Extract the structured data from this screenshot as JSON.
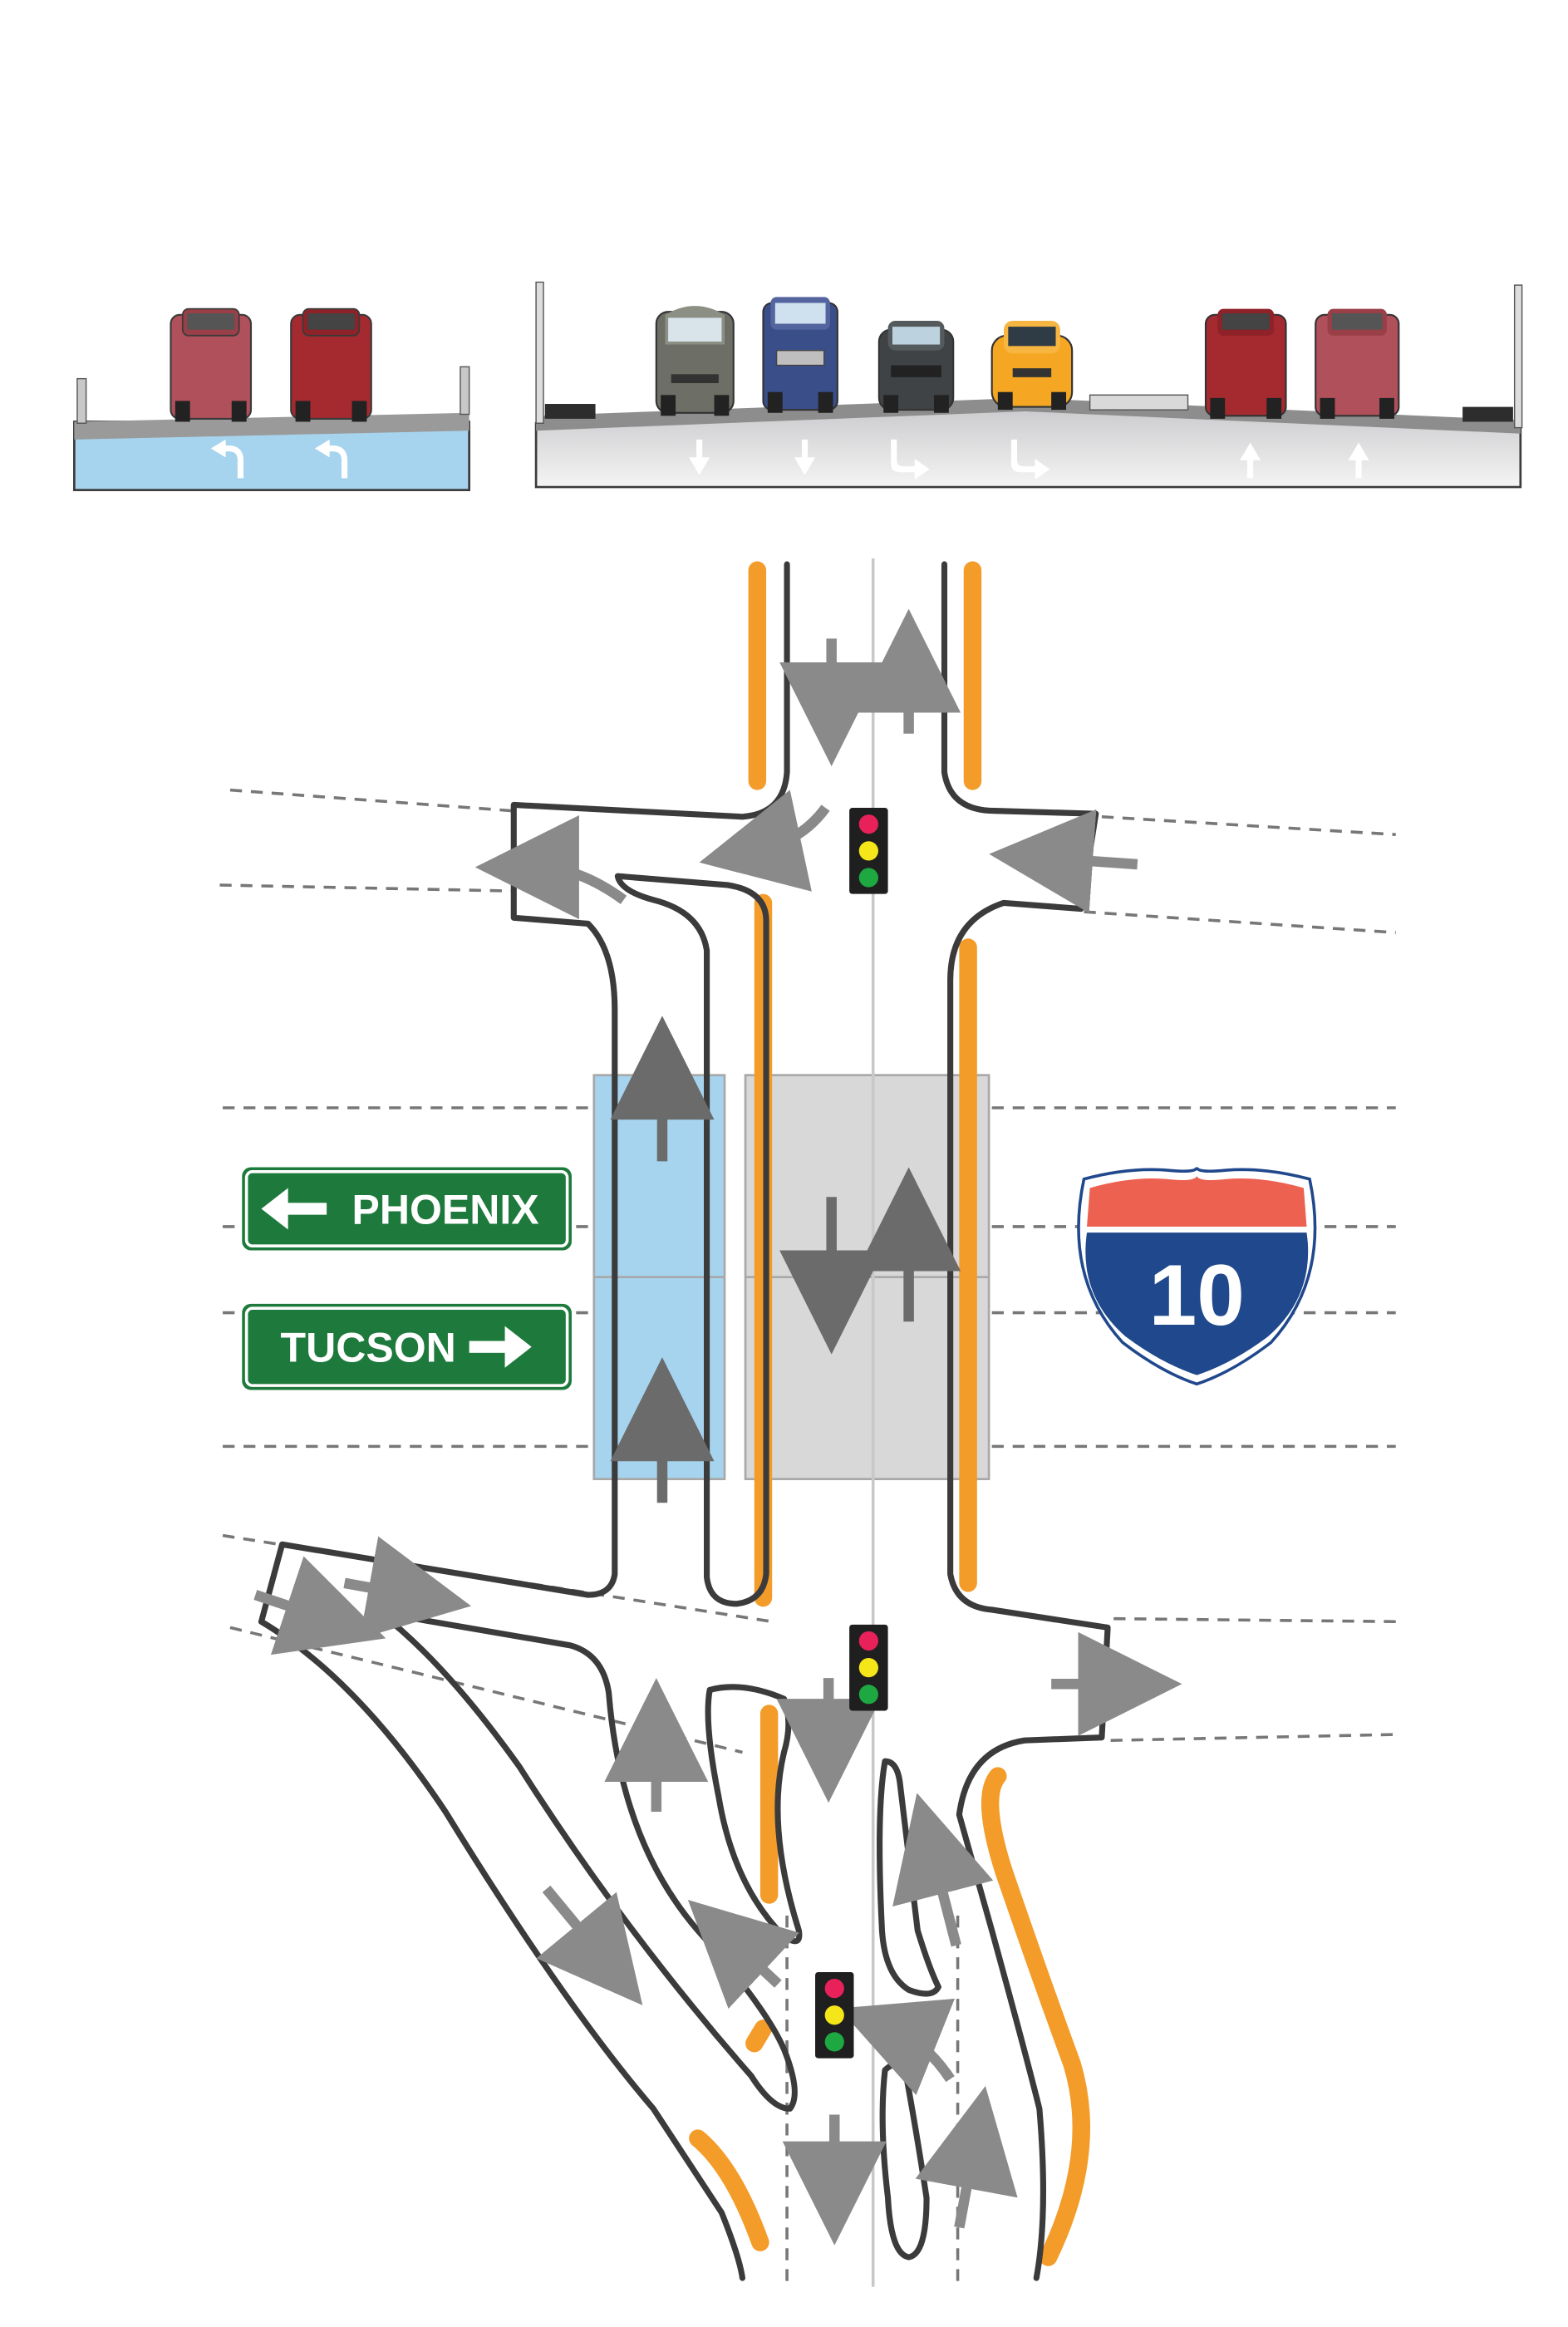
{
  "signs": {
    "phoenix": {
      "label": "PHOENIX",
      "arrow": "left-arrow-icon"
    },
    "tucson": {
      "label": "TUCSON",
      "arrow": "right-arrow-icon"
    },
    "interstate": {
      "number": "10",
      "icon": "interstate-shield-icon"
    }
  },
  "colors": {
    "sign_green": "#1e7a3c",
    "shield_red": "#ec6150",
    "shield_blue": "#20488c",
    "curb_orange": "#f39c2a",
    "bridge_blue": "#a6d4ef",
    "bridge_gray": "#d8d8d8",
    "road_outline": "#3b3b3b",
    "arrow_gray": "#8a8a8a",
    "signal_red": "#e8215a",
    "signal_yellow": "#f5e61a",
    "signal_green": "#1da842"
  },
  "cross_sections": {
    "left": {
      "name": "left-turn-bridge-section",
      "lane_arrows": [
        "left-turn-arrow-icon",
        "left-turn-arrow-icon"
      ],
      "vehicles": [
        "pickup-truck-icon",
        "pickup-truck-icon"
      ]
    },
    "right": {
      "name": "main-road-section",
      "lane_arrows": [
        "down-arrow-icon",
        "down-arrow-icon",
        "right-turn-arrow-icon",
        "right-turn-arrow-icon",
        "up-arrow-icon",
        "up-arrow-icon"
      ],
      "vehicles": [
        "van-icon",
        "pickup-truck-icon",
        "suv-icon",
        "compact-car-icon",
        "pickup-truck-icon",
        "pickup-truck-icon"
      ]
    }
  },
  "traffic_signals": [
    "traffic-signal-icon",
    "traffic-signal-icon",
    "traffic-signal-icon"
  ]
}
